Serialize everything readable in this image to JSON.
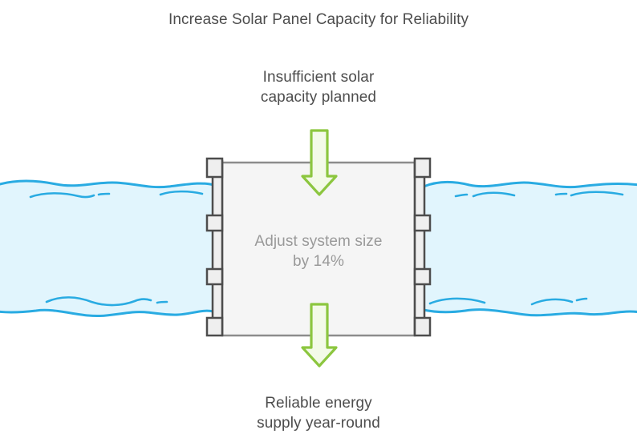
{
  "diagram": {
    "title": "Increase Solar Panel Capacity for Reliability",
    "input_label": "Insufficient solar\ncapacity planned",
    "process_label": "Adjust system size\nby 14%",
    "output_label": "Reliable energy\nsupply year-round",
    "icons": {
      "flow_in": "down-arrow",
      "flow_out": "down-arrow"
    }
  },
  "colors": {
    "background": "#ffffff",
    "title_text": "#4d4d4d",
    "label_text": "#4d4d4d",
    "process_text": "#999999",
    "water_fill": "#e1f5fd",
    "water_stroke": "#29abe2",
    "box_fill": "#f5f5f5",
    "box_stroke": "#8c8c8c",
    "rail_fill": "#efefef",
    "rail_stroke": "#4d4d4d",
    "arrow_fill": "#f3fae8",
    "arrow_stroke": "#8cc63f"
  }
}
